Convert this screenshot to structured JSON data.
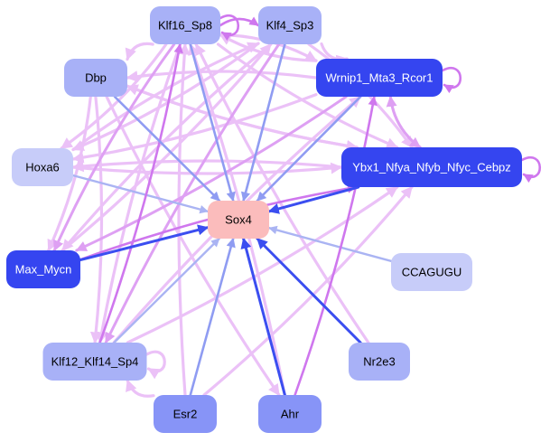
{
  "colors": {
    "hub": "#fbbcbc",
    "dark": "#3545f0",
    "mid": "#8794f7",
    "light": "#a8b1f7",
    "pale": "#c7ccf9",
    "text_dark_node": "#ffffff",
    "text_light_node": "#000000",
    "edge_blue_dark": "#3b4ef0",
    "edge_blue": "#8f9cf2",
    "edge_blue_light": "#aab4f3",
    "edge_purple": "#cf77ee",
    "edge_violet": "#dea0f3",
    "edge_lilac": "#ebc1f7"
  },
  "nodes": [
    {
      "id": "sox4",
      "label": "Sox4",
      "tone": "hub"
    },
    {
      "id": "klf16_sp8",
      "label": "Klf16_Sp8",
      "tone": "light"
    },
    {
      "id": "klf4_sp3",
      "label": "Klf4_Sp3",
      "tone": "light"
    },
    {
      "id": "dbp",
      "label": "Dbp",
      "tone": "light"
    },
    {
      "id": "wrnip1",
      "label": "Wrnip1_Mta3_Rcor1",
      "tone": "dark"
    },
    {
      "id": "hoxa6",
      "label": "Hoxa6",
      "tone": "pale"
    },
    {
      "id": "ybx1",
      "label": "Ybx1_Nfya_Nfyb_Nfyc_Cebpz",
      "tone": "dark"
    },
    {
      "id": "max_mycn",
      "label": "Max_Mycn",
      "tone": "dark"
    },
    {
      "id": "ccagugu",
      "label": "CCAGUGU",
      "tone": "pale"
    },
    {
      "id": "klf12",
      "label": "Klf12_Klf14_Sp4",
      "tone": "light"
    },
    {
      "id": "nr2e3",
      "label": "Nr2e3",
      "tone": "light"
    },
    {
      "id": "esr2",
      "label": "Esr2",
      "tone": "mid"
    },
    {
      "id": "ahr",
      "label": "Ahr",
      "tone": "mid"
    }
  ],
  "edges": [
    {
      "source": "max_mycn",
      "target": "sox4",
      "tone": "edge_blue_dark"
    },
    {
      "source": "ybx1",
      "target": "sox4",
      "tone": "edge_blue_dark"
    },
    {
      "source": "nr2e3",
      "target": "sox4",
      "tone": "edge_blue_dark"
    },
    {
      "source": "ahr",
      "target": "sox4",
      "tone": "edge_blue_dark"
    },
    {
      "source": "wrnip1",
      "target": "sox4",
      "tone": "edge_blue"
    },
    {
      "source": "klf4_sp3",
      "target": "sox4",
      "tone": "edge_blue"
    },
    {
      "source": "esr2",
      "target": "sox4",
      "tone": "edge_blue"
    },
    {
      "source": "klf16_sp8",
      "target": "sox4",
      "tone": "edge_blue"
    },
    {
      "source": "dbp",
      "target": "sox4",
      "tone": "edge_blue"
    },
    {
      "source": "klf12",
      "target": "sox4",
      "tone": "edge_blue_light"
    },
    {
      "source": "hoxa6",
      "target": "sox4",
      "tone": "edge_blue_light"
    },
    {
      "source": "ccagugu",
      "target": "sox4",
      "tone": "edge_blue_light"
    },
    {
      "source": "klf16_sp8",
      "target": "klf16_sp8",
      "tone": "edge_purple"
    },
    {
      "source": "wrnip1",
      "target": "wrnip1",
      "tone": "edge_purple"
    },
    {
      "source": "ybx1",
      "target": "ybx1",
      "tone": "edge_purple"
    },
    {
      "source": "klf16_sp8",
      "target": "klf4_sp3",
      "tone": "edge_purple"
    },
    {
      "source": "ahr",
      "target": "wrnip1",
      "tone": "edge_purple"
    },
    {
      "source": "max_mycn",
      "target": "ybx1",
      "tone": "edge_purple"
    },
    {
      "source": "klf12",
      "target": "klf16_sp8",
      "tone": "edge_purple"
    },
    {
      "source": "wrnip1",
      "target": "ybx1",
      "tone": "edge_violet"
    },
    {
      "source": "ybx1",
      "target": "wrnip1",
      "tone": "edge_violet"
    },
    {
      "source": "klf4_sp3",
      "target": "klf12",
      "tone": "edge_violet"
    },
    {
      "source": "wrnip1",
      "target": "max_mycn",
      "tone": "edge_violet"
    },
    {
      "source": "klf16_sp8",
      "target": "max_mycn",
      "tone": "edge_violet"
    },
    {
      "source": "wrnip1",
      "target": "klf16_sp8",
      "tone": "edge_lilac"
    },
    {
      "source": "wrnip1",
      "target": "dbp",
      "tone": "edge_lilac"
    },
    {
      "source": "wrnip1",
      "target": "hoxa6",
      "tone": "edge_lilac"
    },
    {
      "source": "ybx1",
      "target": "hoxa6",
      "tone": "edge_lilac"
    },
    {
      "source": "ybx1",
      "target": "dbp",
      "tone": "edge_lilac"
    },
    {
      "source": "klf16_sp8",
      "target": "ybx1",
      "tone": "edge_lilac"
    },
    {
      "source": "klf16_sp8",
      "target": "wrnip1",
      "tone": "edge_lilac"
    },
    {
      "source": "klf4_sp3",
      "target": "wrnip1",
      "tone": "edge_lilac"
    },
    {
      "source": "klf4_sp3",
      "target": "ybx1",
      "tone": "edge_lilac"
    },
    {
      "source": "dbp",
      "target": "ybx1",
      "tone": "edge_lilac"
    },
    {
      "source": "dbp",
      "target": "klf12",
      "tone": "edge_lilac"
    },
    {
      "source": "dbp",
      "target": "ahr",
      "tone": "edge_lilac"
    },
    {
      "source": "dbp",
      "target": "max_mycn",
      "tone": "edge_lilac"
    },
    {
      "source": "klf16_sp8",
      "target": "dbp",
      "tone": "edge_lilac"
    },
    {
      "source": "klf16_sp8",
      "target": "hoxa6",
      "tone": "edge_lilac"
    },
    {
      "source": "klf16_sp8",
      "target": "klf12",
      "tone": "edge_lilac"
    },
    {
      "source": "klf4_sp3",
      "target": "hoxa6",
      "tone": "edge_lilac"
    },
    {
      "source": "klf4_sp3",
      "target": "max_mycn",
      "tone": "edge_lilac"
    },
    {
      "source": "hoxa6",
      "target": "klf4_sp3",
      "tone": "edge_lilac"
    },
    {
      "source": "hoxa6",
      "target": "ybx1",
      "tone": "edge_lilac"
    },
    {
      "source": "klf12",
      "target": "klf12",
      "tone": "edge_lilac"
    },
    {
      "source": "klf12",
      "target": "ybx1",
      "tone": "edge_lilac"
    },
    {
      "source": "esr2",
      "target": "klf12",
      "tone": "edge_lilac"
    },
    {
      "source": "esr2",
      "target": "ybx1",
      "tone": "edge_lilac"
    },
    {
      "source": "esr2",
      "target": "klf16_sp8",
      "tone": "edge_lilac"
    },
    {
      "source": "ahr",
      "target": "klf16_sp8",
      "tone": "edge_lilac"
    },
    {
      "source": "nr2e3",
      "target": "klf16_sp8",
      "tone": "edge_lilac"
    },
    {
      "source": "max_mycn",
      "target": "klf4_sp3",
      "tone": "edge_lilac"
    },
    {
      "source": "klf12",
      "target": "wrnip1",
      "tone": "edge_lilac"
    }
  ]
}
